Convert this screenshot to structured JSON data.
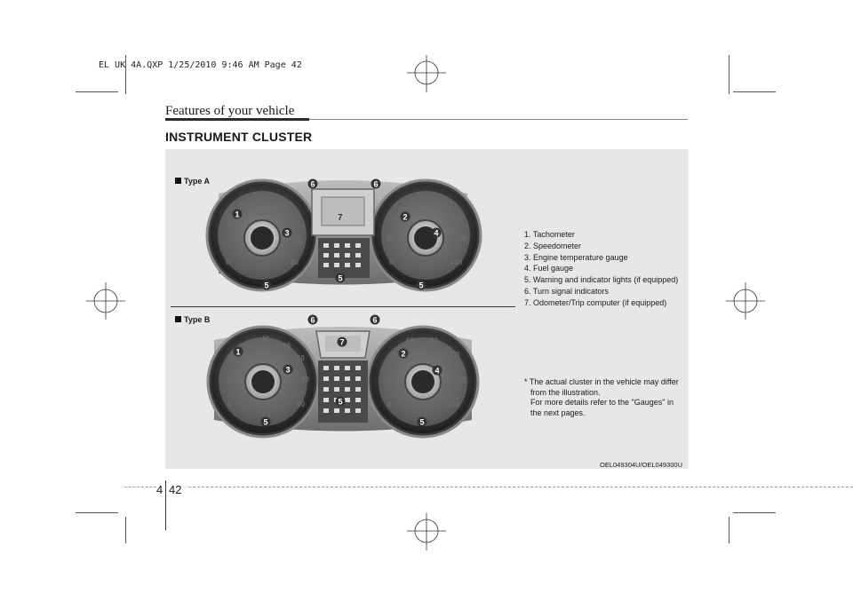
{
  "print_header": "EL UK 4A.QXP  1/25/2010  9:46 AM  Page 42",
  "section_title": "Features of your vehicle",
  "heading": "INSTRUMENT CLUSTER",
  "type_a_label": "Type A",
  "type_b_label": "Type B",
  "legend": [
    "1. Tachometer",
    "2. Speedometer",
    "3. Engine temperature gauge",
    "4. Fuel gauge",
    "5. Warning and indicator lights (if equipped)",
    "6. Turn signal indicators",
    "7. Odometer/Trip computer (if equipped)"
  ],
  "note_lines": [
    "* The actual cluster in the vehicle may differ",
    "from the illustration.",
    "For more details refer to the \"Gauges\" in",
    "the next pages."
  ],
  "image_code": "OEL049304U/OEL049300U",
  "page": {
    "chapter": "4",
    "number": "42"
  },
  "callouts": [
    "1",
    "2",
    "3",
    "4",
    "5",
    "6",
    "7"
  ],
  "tacho": {
    "unit": "1/min x100",
    "scale": [
      "0",
      "10",
      "20",
      "30",
      "40",
      "50",
      "60",
      "70",
      "80"
    ]
  },
  "speedo": {
    "unit": "MPH",
    "scale_a": [
      "0",
      "20",
      "40",
      "60",
      "80",
      "100",
      "120",
      "140"
    ],
    "scale_b": [
      "0",
      "20",
      "40",
      "60",
      "80",
      "100",
      "120",
      "140"
    ]
  },
  "colors": {
    "panel": "#e7e7e7",
    "callout": "#333333",
    "gauge_face": "#2a2a2a",
    "bezel": "#9a9a9a",
    "rule": "#2b2b2b"
  }
}
